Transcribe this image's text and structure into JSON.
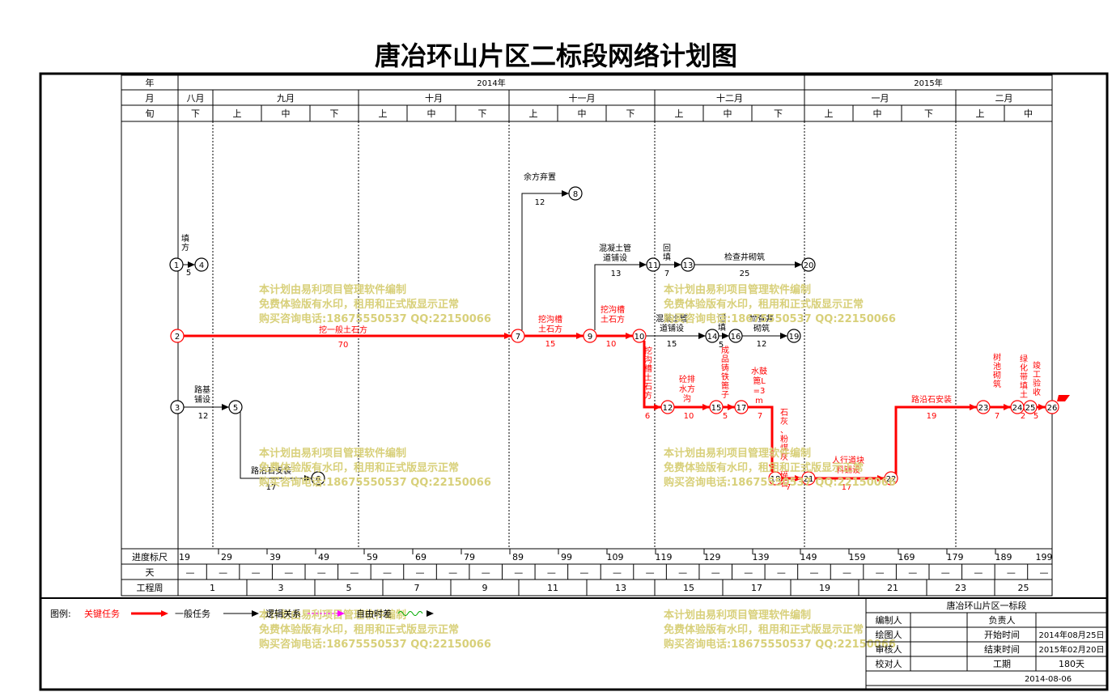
{
  "title": "唐冶环山片区二标段网络计划图",
  "colors": {
    "critical": "#ff0000",
    "normal": "#000000",
    "watermark": "#d8d07a",
    "link": "#ff00ff",
    "float": "#00aa00"
  },
  "header": {
    "row_labels": [
      "年",
      "月",
      "旬"
    ],
    "years": [
      "2014年",
      "2015年"
    ],
    "months": [
      "八月",
      "九月",
      "十月",
      "十一月",
      "十二月",
      "一月",
      "二月"
    ],
    "tens": [
      "下",
      "上",
      "中",
      "下",
      "上",
      "中",
      "下",
      "上",
      "中",
      "下",
      "上",
      "中",
      "下",
      "上",
      "中",
      "下",
      "上",
      "中"
    ]
  },
  "scale": {
    "label_ruler": "进度标尺",
    "label_day": "天",
    "label_week": "工程周",
    "ticks": [
      "19",
      "29",
      "39",
      "49",
      "59",
      "69",
      "79",
      "89",
      "99",
      "109",
      "119",
      "129",
      "139",
      "149",
      "159",
      "169",
      "179",
      "189",
      "199"
    ],
    "day_marks": [
      "—",
      "—",
      "—",
      "—",
      "—",
      "—",
      "—",
      "—",
      "—",
      "—",
      "—",
      "—",
      "—",
      "—",
      "—",
      "—",
      "—",
      "—",
      "—",
      "—",
      "—",
      "—",
      "—",
      "—",
      "—",
      "—",
      "—"
    ],
    "weeks": [
      "1",
      "3",
      "5",
      "7",
      "9",
      "11",
      "13",
      "15",
      "17",
      "19",
      "21",
      "23",
      "25"
    ]
  },
  "nodes": [
    "1",
    "2",
    "3",
    "4",
    "5",
    "6",
    "7",
    "8",
    "9",
    "10",
    "11",
    "12",
    "13",
    "14",
    "15",
    "16",
    "17",
    "18",
    "19",
    "20",
    "21",
    "22",
    "23",
    "24",
    "25",
    "26"
  ],
  "tasks": {
    "t1_4": {
      "name": "填方",
      "dur": "5"
    },
    "t2_7": {
      "name": "挖一般土石方",
      "dur": "70"
    },
    "t3_5": {
      "name": "路基铺设",
      "dur": "12"
    },
    "t5_6": {
      "name": "路沿石安装",
      "dur": "17"
    },
    "t7_8": {
      "name": "余方弃置",
      "dur": "12"
    },
    "t7_9": {
      "name": "挖沟槽土石方",
      "dur": "15"
    },
    "t9_10": {
      "name": "挖沟槽土石方",
      "dur": "10"
    },
    "t9_11": {
      "name": "混凝土管道铺设",
      "dur": "13"
    },
    "t11_13": {
      "name": "回填",
      "dur": "7"
    },
    "t13_20": {
      "name": "检查井砌筑",
      "dur": "25"
    },
    "t10_14": {
      "name": "混凝土管道铺设",
      "dur": "15"
    },
    "t14_16": {
      "name": "回填",
      "dur": "5"
    },
    "t16_19": {
      "name": "检查井砌筑",
      "dur": "12"
    },
    "t10_12": {
      "name": "挖沟槽土石方",
      "dur": "6"
    },
    "t12_15": {
      "name": "砼排水方沟",
      "dur": "10"
    },
    "t15_17": {
      "name": "成品铸铁篦子",
      "dur": "5"
    },
    "t17_18": {
      "name": "水鼓篦L=3m",
      "dur": "7"
    },
    "t18_21": {
      "name": "石灰、粉煤灰、碎石",
      "dur": "7"
    },
    "t21_22": {
      "name": "人行道块料铺设",
      "dur": "17"
    },
    "t22_23": {
      "name": "路沿石安装",
      "dur": "19"
    },
    "t23_24": {
      "name": "树池砌筑",
      "dur": "7"
    },
    "t24_25": {
      "name": "绿化带填土",
      "dur": "2"
    },
    "t25_26": {
      "name": "竣工验收",
      "dur": "5"
    }
  },
  "watermark": {
    "line1": "本计划由易利项目管理软件编制",
    "line2": "免费体验版有水印，租用和正式版显示正常",
    "line3": "购买咨询电话:18675550537 QQ:22150066"
  },
  "legend": {
    "label": "图例:",
    "critical": "关键任务",
    "normal": "一般任务",
    "logic": "逻辑关系",
    "float": "自由时差"
  },
  "infobox": {
    "title": "唐冶环山片区一标段",
    "editor": "编制人",
    "owner": "负责人",
    "drawer": "绘图人",
    "start_label": "开始时间",
    "start": "2014年08月25日",
    "reviewer": "审核人",
    "end_label": "结束时间",
    "end": "2015年02月20日",
    "checker": "校对人",
    "duration_label": "工期",
    "duration": "180天",
    "date": "2014-08-06"
  }
}
